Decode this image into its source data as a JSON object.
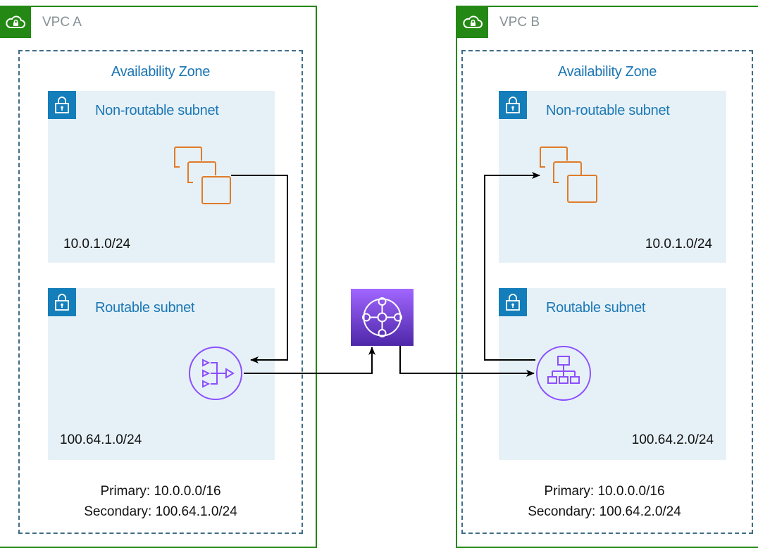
{
  "vpcs": [
    {
      "title": "VPC A",
      "az_title": "Availability Zone",
      "non_routable_subnet": {
        "title": "Non-routable subnet",
        "cidr": "10.0.1.0/24"
      },
      "routable_subnet": {
        "title": "Routable subnet",
        "cidr": "100.64.1.0/24"
      },
      "primary": "Primary: 10.0.0.0/16",
      "secondary": "Secondary: 100.64.1.0/24"
    },
    {
      "title": "VPC B",
      "az_title": "Availability Zone",
      "non_routable_subnet": {
        "title": "Non-routable subnet",
        "cidr": "10.0.1.0/24"
      },
      "routable_subnet": {
        "title": "Routable subnet",
        "cidr": "100.64.2.0/24"
      },
      "primary": "Primary: 10.0.0.0/16",
      "secondary": "Secondary: 100.64.2.0/24"
    }
  ],
  "icons": {
    "vpc": "cloud-lock-icon",
    "subnet": "padlock-icon",
    "instances": "ec2-instances-icon",
    "nat_gateway": "nat-gateway-icon",
    "load_balancer": "load-balancer-icon",
    "transit_gateway": "transit-gateway-icon"
  },
  "colors": {
    "vpc_border": "#248814",
    "az_border": "#3f6d88",
    "subnet_fill": "#e6f1f7",
    "subnet_accent": "#147eba",
    "compute": "#e07b29",
    "networking": "#8c4fff"
  }
}
